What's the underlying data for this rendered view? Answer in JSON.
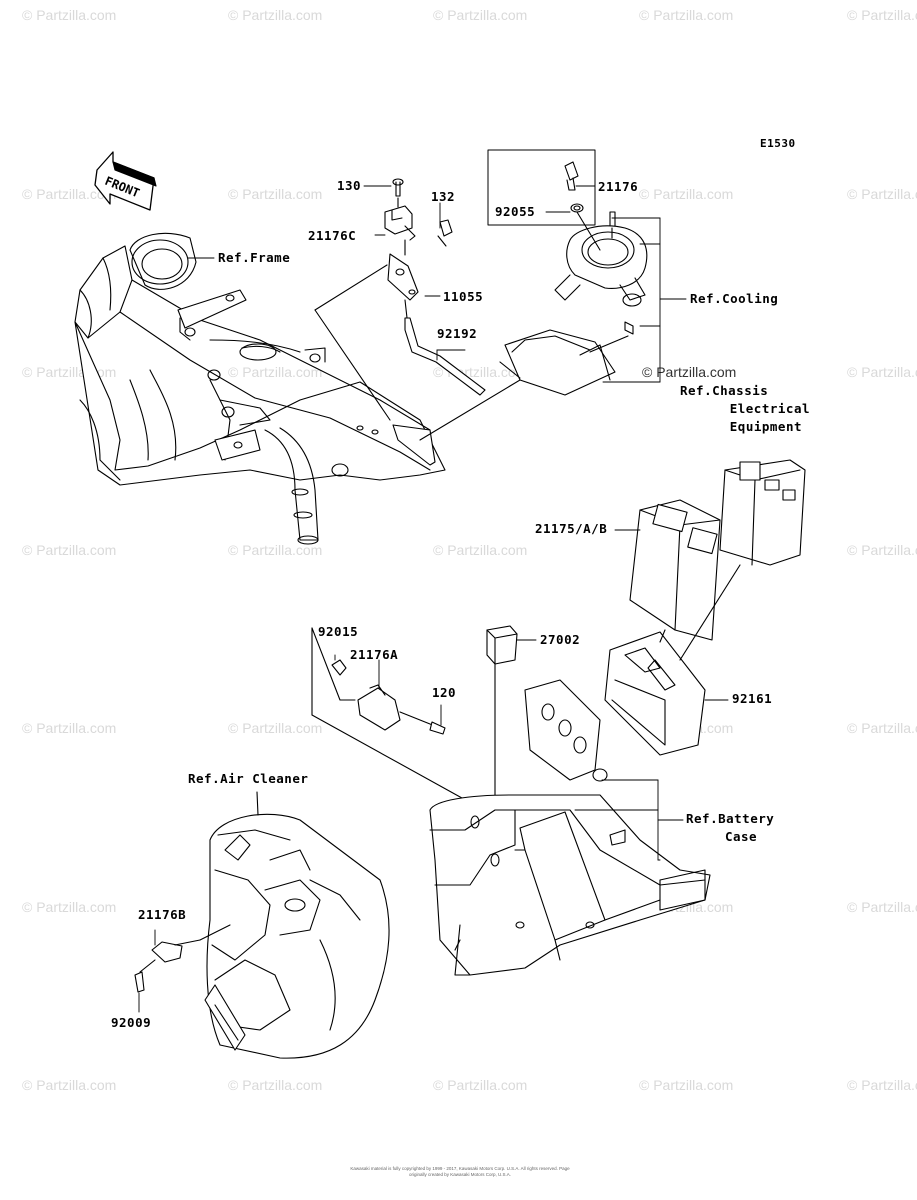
{
  "diagram_code": "E1530",
  "front_label": "FRONT",
  "watermark_text": "© Partzilla.com",
  "watermark_active": "© Partzilla.com",
  "parts": {
    "p130": "130",
    "p132": "132",
    "p21176C": "21176C",
    "p11055": "11055",
    "p92192": "92192",
    "p21176": "21176",
    "p92055": "92055",
    "p21175": "21175/A/B",
    "p92015": "92015",
    "p21176A": "21176A",
    "p120": "120",
    "p27002": "27002",
    "p92161": "92161",
    "p21176B": "21176B",
    "p92009": "92009"
  },
  "refs": {
    "frame": "Ref.Frame",
    "cooling": "Ref.Cooling",
    "chassis_1": "Ref.Chassis",
    "chassis_2": "Electrical",
    "chassis_3": "Equipment",
    "air_cleaner": "Ref.Air Cleaner",
    "battery_1": "Ref.Battery",
    "battery_2": "Case"
  },
  "copyright": "Kawasaki material is fully copyrighted by 1999 - 2017, Kawasaki Motors Corp. U.S.A. All rights reserved. Page originally created by Kawasaki Motors Corp, U.S.A."
}
